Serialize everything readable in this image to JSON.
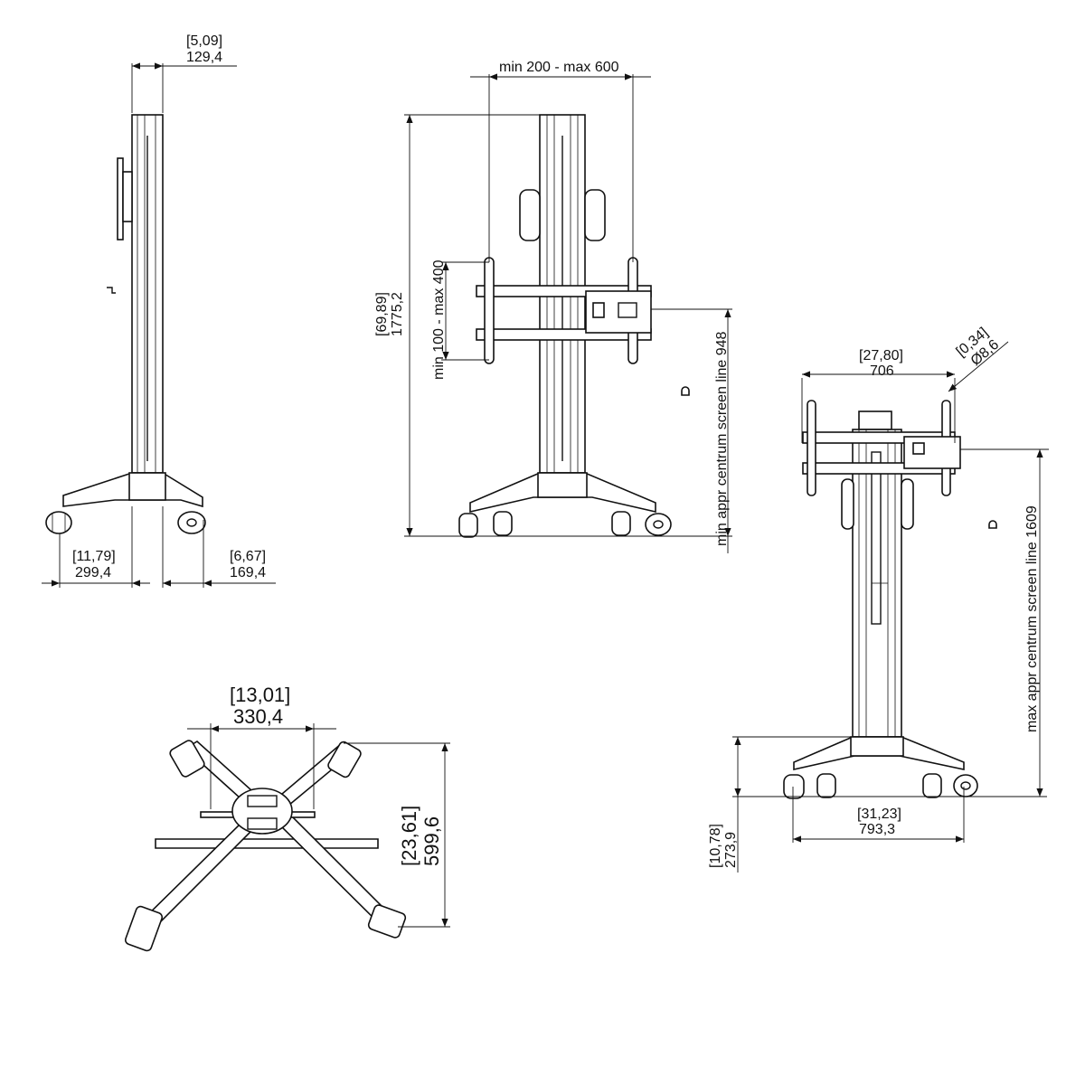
{
  "side_view": {
    "depth_in": "[5,09]",
    "depth_mm": "129,4",
    "front_foot_in": "[11,79]",
    "front_foot_mm": "299,4",
    "rear_foot_in": "[6,67]",
    "rear_foot_mm": "169,4"
  },
  "front_view": {
    "width_range": "min 200 - max 600",
    "height_in": "[69,89]",
    "height_mm": "1775,2",
    "vertical_range": "min 100 - max 400",
    "min_screen_line": "min appr centrum screen line 948"
  },
  "right_view": {
    "mount_width_in": "[27,80]",
    "mount_width_mm": "706",
    "hole_in": "[0,34]",
    "hole_mm": "Ø8,6",
    "max_screen_line": "max appr centrum screen line 1609",
    "base_width_in": "[31,23]",
    "base_width_mm": "793,3",
    "base_height_in": "[10,78]",
    "base_height_mm": "273,9"
  },
  "top_view": {
    "width_in": "[13,01]",
    "width_mm": "330,4",
    "depth_in": "[23,61]",
    "depth_mm": "599,6"
  }
}
